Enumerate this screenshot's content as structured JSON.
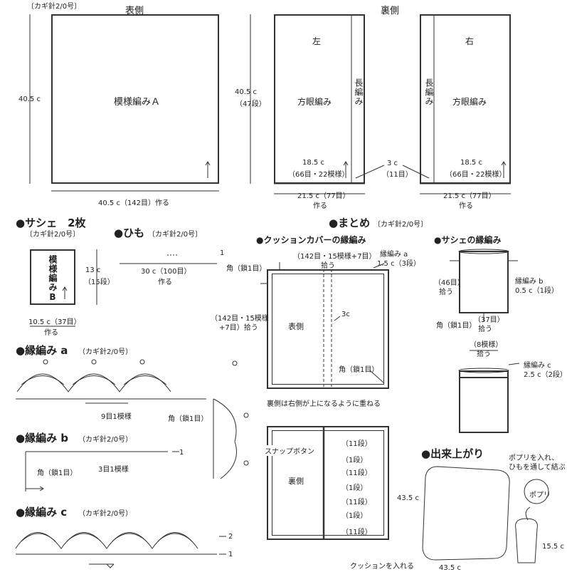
{
  "front": {
    "needle": "〔カギ針2/0号〕",
    "title": "表側",
    "height": "40.5 c",
    "inner": "模様編みＡ",
    "width": "40.5 c（142目）作る"
  },
  "back": {
    "title": "裏側",
    "height": "40.5 c",
    "height_rows": "（47段）",
    "left": {
      "label": "左",
      "inner": "方眼編み",
      "side": "長編み",
      "w1": "18.5 c",
      "w2": "（66目・22模様）",
      "bottom1": "21.5 c（77目）",
      "bottom2": "作る"
    },
    "right": {
      "label": "右",
      "inner": "方眼編み",
      "side": "長編み",
      "w1": "18.5 c",
      "w2": "（66目・22模様）",
      "bottom1": "21.5 c（77目）",
      "bottom2": "作る"
    },
    "overlap1": "3 c",
    "overlap2": "（11目）"
  },
  "sashe": {
    "title": "●サシェ　2枚",
    "needle": "〔カギ針2/0号〕",
    "inner": "模様編みB",
    "h1": "13 c",
    "h2": "（15段）",
    "w": "10.5 c（37目）",
    "make": "作る"
  },
  "himo": {
    "title": "●ひも",
    "needle": "〔カギ針2/0号〕",
    "w": "30 c（100目）",
    "make": "作る",
    "row": "1"
  },
  "matome": {
    "title": "●まとめ",
    "needle": "〔カギ針2/0号〕",
    "cushion_edge": "●クッションカバーの縁編み",
    "top_pick": "（142目・15模様+7目）",
    "pick": "拾う",
    "corner": "角（鎖1目）",
    "edge_a": "縁編み a",
    "edge_a_w": "1.5 c（3段）",
    "side_pick1": "（142目・15模様",
    "side_pick2": "+7目）拾う",
    "three_c": "3c",
    "front": "表側",
    "corner2": "角（鎖1目）",
    "note": "裏側は右側が上になるように重ねる",
    "snap": "スナップボタン",
    "back": "裏側",
    "rows": [
      "（11段）",
      "（1段）",
      "（11段）",
      "（1段）",
      "（11段）",
      "（1段）",
      "（11段）"
    ]
  },
  "sashe_edge": {
    "title": "●サシェの縁編み",
    "left1": "（46目）",
    "left2": "拾う",
    "edge_b": "縁編み b",
    "edge_b_w": "0.5 c（1段）",
    "bottom1": "（37目）",
    "bottom2": "拾う",
    "corner": "角（鎖1目）",
    "top1": "（8模様）",
    "top2": "拾う",
    "edge_c": "縁編み c",
    "edge_c_w": "2.5 c（2段）"
  },
  "finished": {
    "title": "●出来上がり",
    "potpourri_note1": "ポプリを入れ、",
    "potpourri_note2": "ひもを通して結ぶ",
    "potpourri": "ポプリ",
    "size1": "43.5 c",
    "size2": "43.5 c",
    "bag_size": "15.5 c",
    "insert": "クッションを入れる"
  },
  "edge_a": {
    "title": "●縁編み a",
    "needle": "（カギ針2/0号）",
    "repeat": "9目1模様",
    "corner": "角（鎖1目）"
  },
  "edge_b": {
    "title": "●縁編み b",
    "needle": "（カギ針2/0号）",
    "repeat": "3目1模様",
    "corner": "角（鎖1目）",
    "row": "1"
  },
  "edge_c": {
    "title": "●縁編み c",
    "needle": "（カギ針2/0号）",
    "row1": "1",
    "row2": "2"
  }
}
